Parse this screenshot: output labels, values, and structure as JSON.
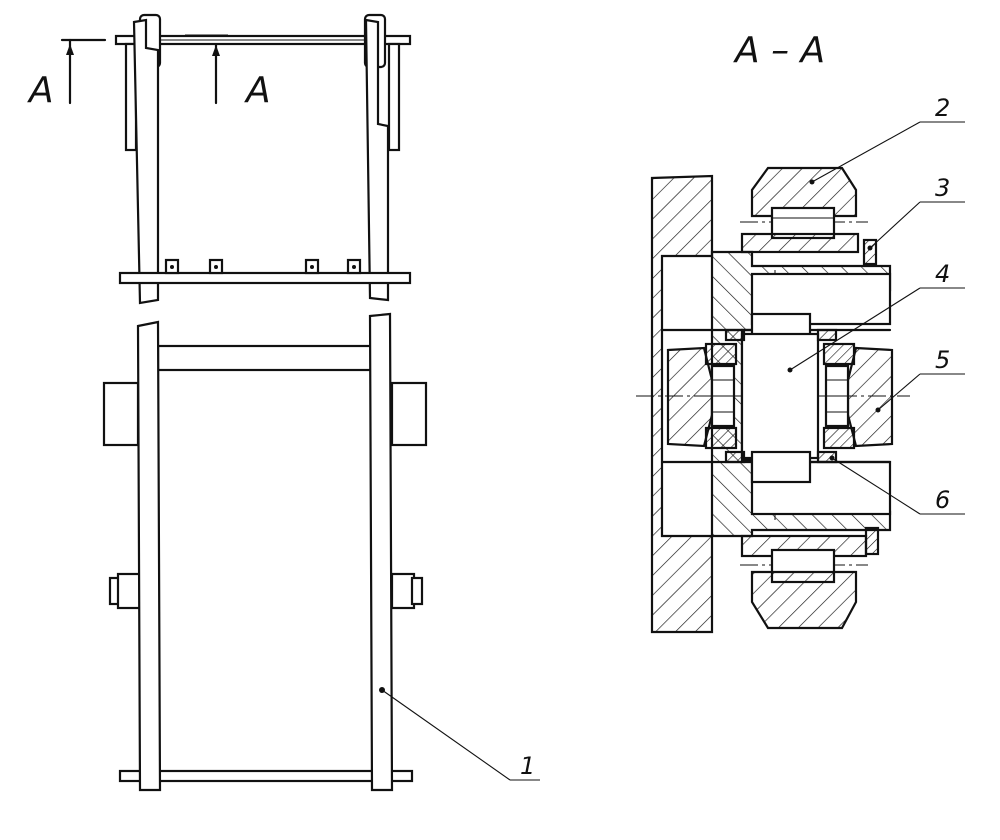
{
  "section_marks": {
    "left": "A",
    "right": "A"
  },
  "section_title": "A – A",
  "callouts": [
    "1",
    "2",
    "3",
    "4",
    "5",
    "6"
  ]
}
